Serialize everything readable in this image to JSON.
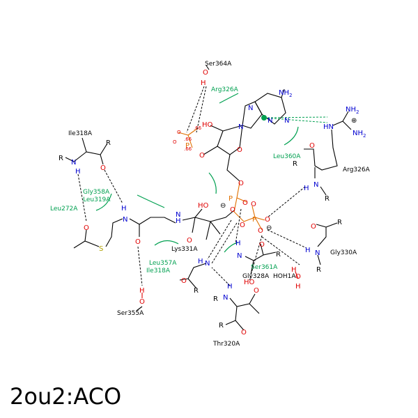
{
  "title": "2ou2:ACO",
  "residues": {
    "ser364": "Ser364A",
    "arg326_contact": "Arg326A",
    "arg326": "Arg326A",
    "ile318_top": "Ile318A",
    "gly358": "Gly358A",
    "leu319": "Leu319A",
    "leu272": "Leu272A",
    "leu360": "Leu360A",
    "lys331": "Lys331A",
    "leu357": "Leu357A",
    "ile318_bottom": "Ile318A",
    "ser361": "Ser361A",
    "gly328": "Gly328A",
    "gly330": "Gly330A",
    "hoh1": "HOH1A",
    "ser355": "Ser355A",
    "thr320": "Thr320A"
  },
  "atoms": {
    "nh2": "NH",
    "sub2": "2",
    "n": "N",
    "hn": "HN",
    "h": "H",
    "o": "O",
    "ho": "HO",
    "r": "R",
    "s": "S",
    "p": "P",
    "plus": "⊕",
    "minus": "⊖",
    "neg": ".66"
  },
  "colors": {
    "oxygen": "#e00000",
    "nitrogen": "#0000d0",
    "sulfur": "#b0a000",
    "phosphorus": "#e07000",
    "contact": "#00a050"
  }
}
